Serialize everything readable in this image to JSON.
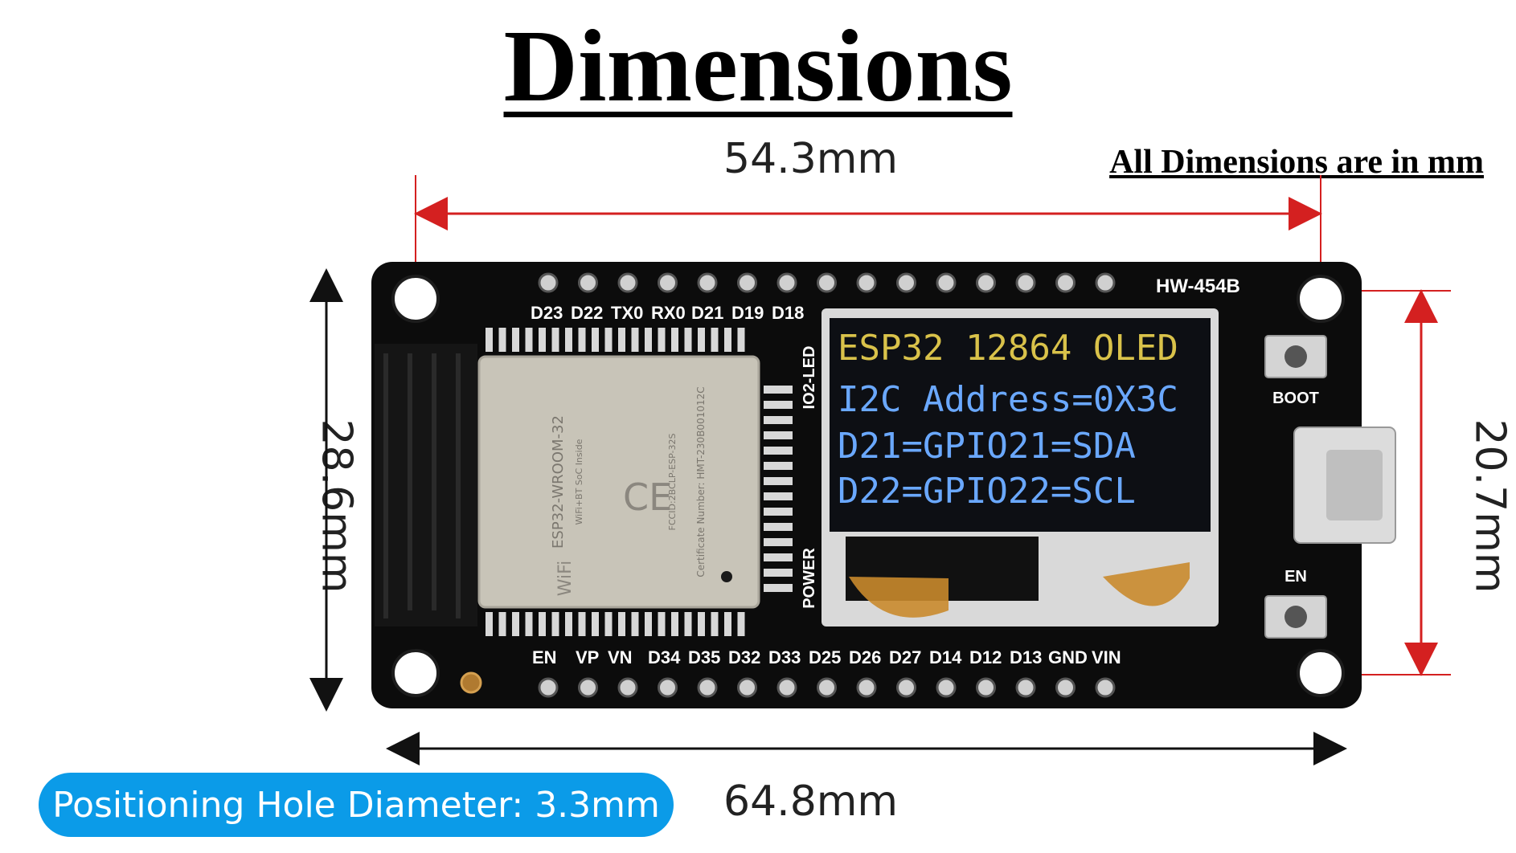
{
  "title": "Dimensions",
  "units_note": "All Dimensions are in mm",
  "dimensions": {
    "top_width": "54.3mm",
    "bottom_width": "64.8mm",
    "left_height": "28.6mm",
    "right_height": "20.7mm"
  },
  "hole_note": "Positioning Hole Diameter: 3.3mm",
  "board": {
    "model": "HW-454B",
    "top_pins": [
      "D23",
      "D22",
      "TX0",
      "RX0",
      "D21",
      "D19",
      "D18"
    ],
    "bottom_pins": [
      "EN",
      "VP",
      "VN",
      "D34",
      "D35",
      "D32",
      "D33",
      "D25",
      "D26",
      "D27",
      "D14",
      "D12",
      "D13",
      "GND",
      "VIN"
    ],
    "boot_label": "BOOT",
    "en_label": "EN",
    "power_label": "POWER",
    "led_label": "IO2-LED",
    "module": {
      "name": "ESP32-WROOM-32",
      "subtitle": "WiFi+BT SoC Inside",
      "fcc_id": "FCCID:2BCLP-ESP-32S",
      "cert": "Certificate Number: HMT-230B001012C",
      "wifi": "WiFi"
    },
    "oled_lines": [
      "ESP32 12864 OLED",
      "I2C Address=0X3C",
      "D21=GPIO21=SDA",
      "D22=GPIO22=SCL"
    ]
  },
  "colors": {
    "arrow_red": "#d42020",
    "oled_yellow": "#d9c24a",
    "oled_blue": "#6aa8ff",
    "pill_blue": "#0b9be8"
  }
}
